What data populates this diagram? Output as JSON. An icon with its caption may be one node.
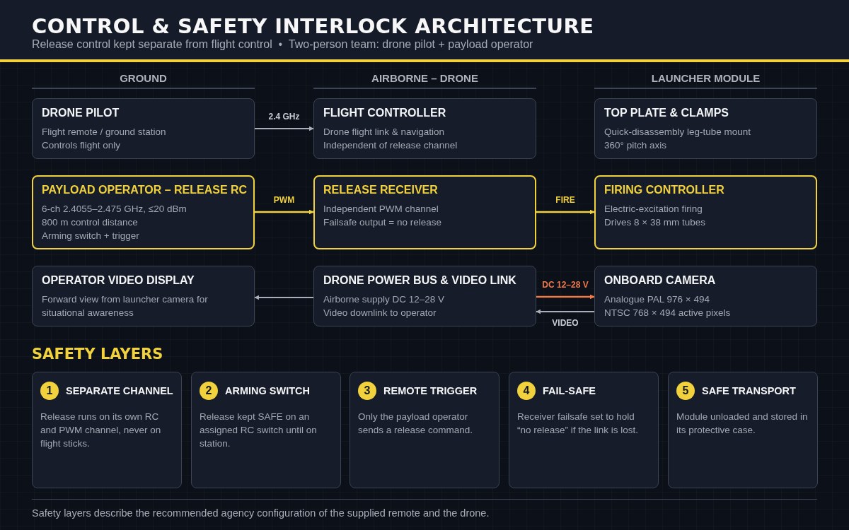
{
  "diagram": {
    "title": "CONTROL & SAFETY INTERLOCK ARCHITECTURE",
    "caption": "Safety layers describe the recommended agency configuration of the supplied remote and the drone.",
    "nodes": [
      {
        "text": [
          "DRONE PILOT",
          "Flight remote / ground station",
          "Controls flight only"
        ]
      },
      {
        "text": [
          "FLIGHT CONTROLLER",
          "Drone flight link & navigation",
          "Independent of release channel"
        ]
      },
      {
        "text": [
          "TOP PLATE & CLAMPS",
          "Quick-disassembly leg-tube mount",
          "360° pitch axis"
        ]
      },
      {
        "text": [
          "PAYLOAD OPERATOR – RELEASE RC",
          "6-ch 2.4055–2.475 GHz, ≤20 dBm",
          "800 m control distance",
          "Arming switch + trigger"
        ]
      },
      {
        "text": [
          "RELEASE RECEIVER",
          "Independent PWM channel",
          "Failsafe output = no release"
        ]
      },
      {
        "text": [
          "FIRING CONTROLLER",
          "Electric-excitation firing",
          "Drives 8 × 38 mm tubes"
        ]
      },
      {
        "text": [
          "OPERATOR VIDEO DISPLAY",
          "Forward view from launcher camera for situational awareness"
        ]
      },
      {
        "text": [
          "DRONE POWER BUS & VIDEO LINK",
          "Airborne supply DC 12–28 V",
          "Video downlink to operator"
        ]
      },
      {
        "text": [
          "ONBOARD CAMERA",
          "Analogue PAL 976 × 494",
          "NTSC 768 × 494 active pixels"
        ]
      },
      {
        "text": [
          "1",
          "SEPARATE CHANNEL",
          "Release runs on its own RC and PWM channel, never on flight sticks."
        ]
      },
      {
        "text": [
          "2",
          "ARMING SWITCH",
          "Release kept SAFE on an assigned RC switch until on station."
        ]
      },
      {
        "text": [
          "3",
          "REMOTE TRIGGER",
          "Only the payload operator sends a release command."
        ]
      },
      {
        "text": [
          "4",
          "FAIL-SAFE",
          "Receiver failsafe set to hold “no release” if the link is lost."
        ]
      },
      {
        "text": [
          "5",
          "SAFE TRANSPORT",
          "Module unloaded and stored in its protective case."
        ]
      }
    ],
    "edges": [
      {
        "from": 0,
        "to": 1,
        "arrow": "to",
        "label": "2.4 GHz"
      },
      {
        "from": 3,
        "to": 4,
        "arrow": "to",
        "label": "PWM",
        "color": "#f2d23c"
      },
      {
        "from": 4,
        "to": 5,
        "arrow": "to",
        "label": "FIRE",
        "color": "#f2d23c"
      },
      {
        "from": 7,
        "to": 6,
        "arrow": "to"
      },
      {
        "from": 7,
        "to": 8,
        "arrow": "to",
        "label": "DC 12–28 V",
        "color": "#f07a4a"
      },
      {
        "from": 8,
        "to": 7,
        "arrow": "to",
        "label": "VIDEO"
      }
    ],
    "labels": [
      "Release control kept separate from flight control  •  Two-person team: drone pilot + payload operator",
      "GROUND",
      "AIRBORNE – DRONE",
      "LAUNCHER MODULE",
      "SAFETY LAYERS"
    ]
  }
}
